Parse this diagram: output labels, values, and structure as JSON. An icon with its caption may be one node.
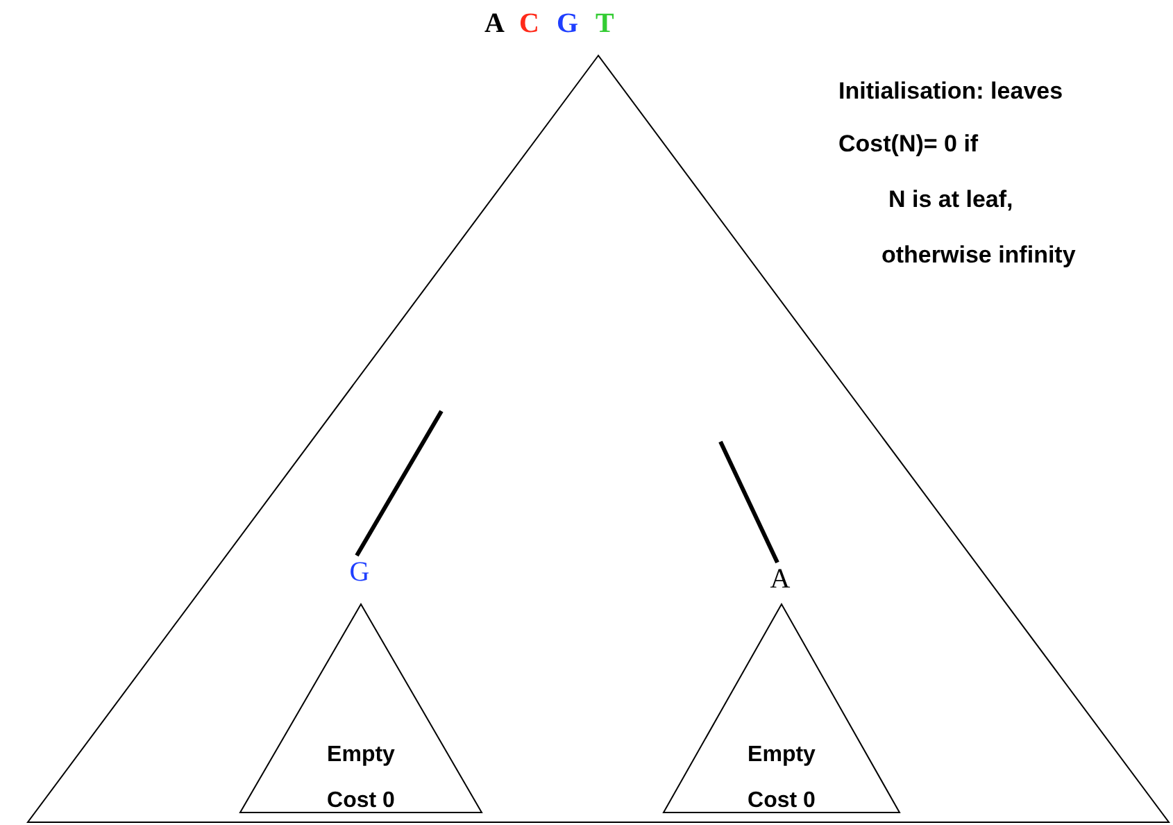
{
  "diagram": {
    "nodes": [
      {
        "text": [],
        "shape": "triangle"
      },
      {
        "text": [
          "G"
        ],
        "in": 0
      },
      {
        "text": [
          "A"
        ],
        "in": 0
      },
      {
        "text": [
          "Empty",
          "Cost 0"
        ],
        "in": 0
      },
      {
        "text": [
          "Empty",
          "Cost 0"
        ],
        "in": 0
      }
    ],
    "edges": [
      {
        "from": null,
        "to": 1,
        "arrow": "none"
      },
      {
        "from": null,
        "to": 2,
        "arrow": "none"
      }
    ],
    "labels": [
      "A",
      "C",
      "G",
      "T",
      "Initialisation: leaves",
      "Cost(N)= 0 if",
      "N is at leaf,",
      "otherwise infinity"
    ]
  }
}
